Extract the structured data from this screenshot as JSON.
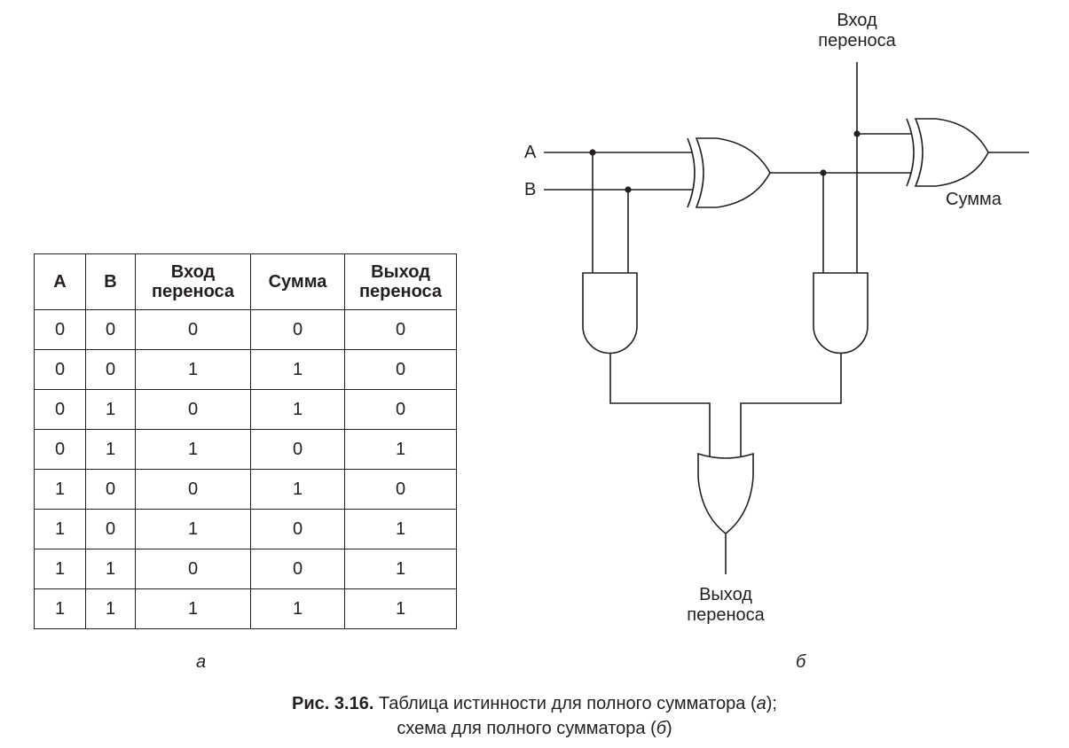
{
  "table": {
    "headers": [
      {
        "lines": [
          "A"
        ]
      },
      {
        "lines": [
          "B"
        ]
      },
      {
        "lines": [
          "Вход",
          "переноса"
        ]
      },
      {
        "lines": [
          "Сумма"
        ]
      },
      {
        "lines": [
          "Выход",
          "переноса"
        ]
      }
    ],
    "rows": [
      [
        "0",
        "0",
        "0",
        "0",
        "0"
      ],
      [
        "0",
        "0",
        "1",
        "1",
        "0"
      ],
      [
        "0",
        "1",
        "0",
        "1",
        "0"
      ],
      [
        "0",
        "1",
        "1",
        "0",
        "1"
      ],
      [
        "1",
        "0",
        "0",
        "1",
        "0"
      ],
      [
        "1",
        "0",
        "1",
        "0",
        "1"
      ],
      [
        "1",
        "1",
        "0",
        "0",
        "1"
      ],
      [
        "1",
        "1",
        "1",
        "1",
        "1"
      ]
    ]
  },
  "diagram": {
    "input_a": "A",
    "input_b": "B",
    "carry_in": [
      "Вход",
      "переноса"
    ],
    "sum": "Сумма",
    "carry_out": [
      "Выход",
      "переноса"
    ]
  },
  "captions": {
    "sub_a": "а",
    "sub_b": "б",
    "figure_number": "Рис. 3.16.",
    "line1_text": " Таблица истинности для полного сумматора (",
    "line1_italic": "а",
    "line1_end": ");",
    "line2_text": "схема для полного сумматора (",
    "line2_italic": "б",
    "line2_end": ")"
  }
}
